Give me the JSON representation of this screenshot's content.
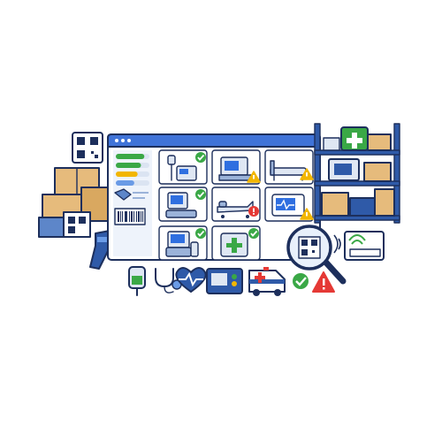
{
  "colors": {
    "outline": "#1d2f5c",
    "window_header": "#3f73d8",
    "cardboard": "#e6bb7c",
    "ok": "#3aa846",
    "warning": "#f2b600",
    "error": "#e53935",
    "accent_blue": "#2f6fe0",
    "pale_blue": "#e8f0fb"
  },
  "dashboard": {
    "progress_bars": [
      {
        "color": "#3aa846",
        "fraction": 0.85
      },
      {
        "color": "#3aa846",
        "fraction": 0.75
      },
      {
        "color": "#f2b600",
        "fraction": 0.65
      },
      {
        "color": "#6a9be6",
        "fraction": 0.55
      }
    ],
    "equipment_cards": [
      {
        "icon": "iv-pump-icon",
        "status": "ok"
      },
      {
        "icon": "patient-monitor-icon",
        "status": "warning"
      },
      {
        "icon": "hospital-bed-icon",
        "status": "warning"
      },
      {
        "icon": "ventilator-icon",
        "status": "ok"
      },
      {
        "icon": "stretcher-icon",
        "status": "error"
      },
      {
        "icon": "defibrillator-icon",
        "status": "warning"
      },
      {
        "icon": "ultrasound-machine-icon",
        "status": "ok"
      },
      {
        "icon": "first-aid-kit-icon",
        "status": "ok"
      }
    ]
  },
  "bottom_icons": [
    "iv-bag-icon",
    "stethoscope-icon",
    "heartbeat-icon",
    "monitor-device-icon",
    "ambulance-icon",
    "check-icon",
    "alert-icon"
  ],
  "decor": [
    "qr-code-icon",
    "cardboard-boxes",
    "barcode-scanner-icon",
    "storage-shelf",
    "magnifier-qr-icon",
    "rfid-tag-icon"
  ]
}
